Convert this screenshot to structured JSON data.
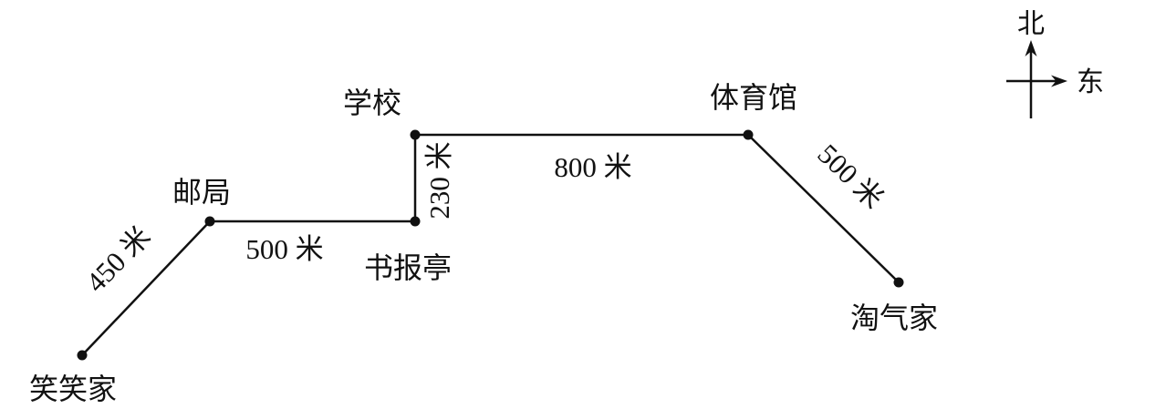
{
  "diagram_title": "route-map-between-homes",
  "colors": {
    "line": "#111111",
    "background": "#ffffff"
  },
  "compass": {
    "north_label": "北",
    "east_label": "东"
  },
  "locations": [
    {
      "id": "xiaoxiao-home",
      "label": "笑笑家"
    },
    {
      "id": "post-office",
      "label": "邮局"
    },
    {
      "id": "newsstand",
      "label": "书报亭"
    },
    {
      "id": "school",
      "label": "学校"
    },
    {
      "id": "gymnasium",
      "label": "体育馆"
    },
    {
      "id": "taoqi-home",
      "label": "淘气家"
    }
  ],
  "segments": [
    {
      "from": "xiaoxiao-home",
      "to": "post-office",
      "label": "450 米"
    },
    {
      "from": "post-office",
      "to": "newsstand",
      "label": "500 米"
    },
    {
      "from": "newsstand",
      "to": "school",
      "label": "230 米"
    },
    {
      "from": "school",
      "to": "gymnasium",
      "label": "800 米"
    },
    {
      "from": "gymnasium",
      "to": "taoqi-home",
      "label": "500 米"
    }
  ]
}
